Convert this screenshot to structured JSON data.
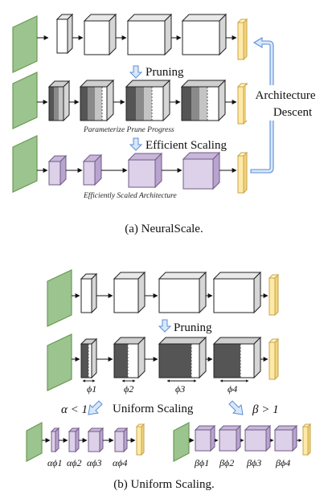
{
  "colors": {
    "input_fill": "#9cc48e",
    "input_stroke": "#6a9a55",
    "block_white_front": "#ffffff",
    "block_white_top": "#e9e9e9",
    "block_white_side": "#d6d6d6",
    "block_stroke": "#222222",
    "pruned_dark": "#555555",
    "pruned_mid": "#8a8a8a",
    "pruned_light": "#c4c4c4",
    "purple_front": "#ddd0e9",
    "purple_top": "#c9b7da",
    "purple_side": "#b9a3cf",
    "purple_stroke": "#6f5b86",
    "output_fill": "#ffe9a8",
    "output_stroke": "#c9a54a",
    "arrow_fill": "#d8e7fb",
    "arrow_stroke": "#5b8fd6"
  },
  "icons": {
    "down_arrow": "down-arrow-icon",
    "loop_arrow": "architecture-descent-arrow"
  },
  "panel_a": {
    "step_pruning": "Pruning",
    "step_scaling": "Efficient Scaling",
    "note_prune": "Parameterize Prune Progress",
    "note_scaled": "Efficiently Scaled Architecture",
    "loop_label_line1": "Architecture",
    "loop_label_line2": "Descent",
    "caption": "(a) NeuralScale."
  },
  "panel_b": {
    "step_pruning": "Pruning",
    "step_uniform": "Uniform Scaling",
    "alpha_condition": "α < 1",
    "beta_condition": "β > 1",
    "phi_labels": [
      "ϕ1",
      "ϕ2",
      "ϕ3",
      "ϕ4"
    ],
    "alpha_labels": [
      "αϕ1",
      "αϕ2",
      "αϕ3",
      "αϕ4"
    ],
    "beta_labels": [
      "βϕ1",
      "βϕ2",
      "βϕ3",
      "βϕ4"
    ],
    "caption": "(b) Uniform Scaling."
  }
}
